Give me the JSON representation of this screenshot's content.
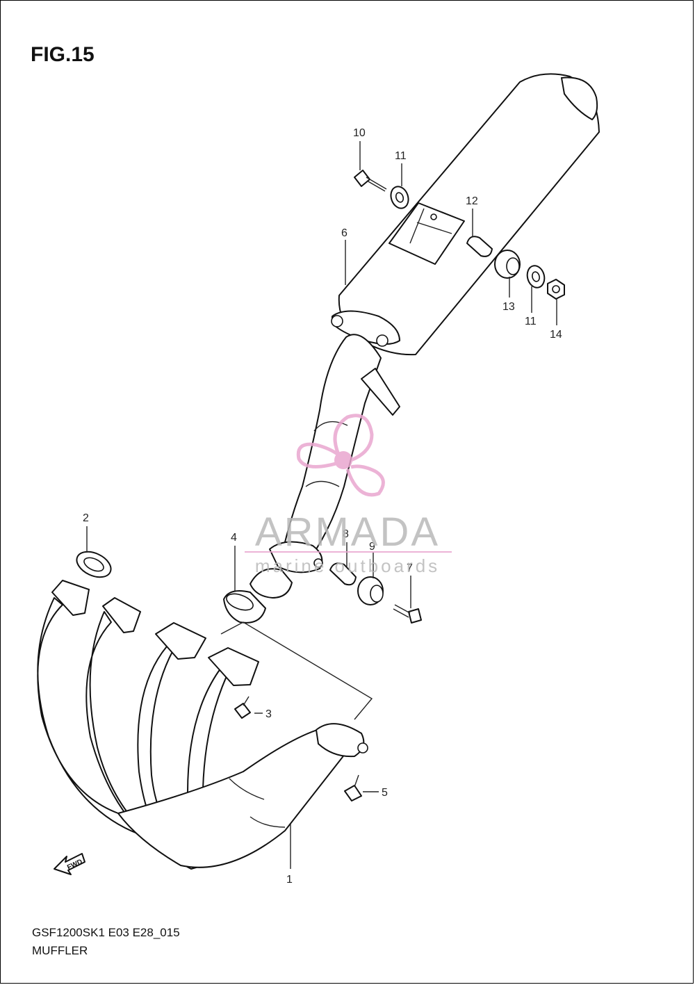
{
  "figure": {
    "title": "FIG.15",
    "model_code": "GSF1200SK1 E03 E28_015",
    "caption": "MUFFLER"
  },
  "direction_marker": "FWD",
  "watermark": {
    "brand": "ARMADA",
    "tagline": "marine outboards",
    "color": "#e9a6cf"
  },
  "callouts": [
    "1",
    "2",
    "3",
    "4",
    "5",
    "6",
    "7",
    "8",
    "9",
    "10",
    "11",
    "11",
    "12",
    "13",
    "14"
  ],
  "colors": {
    "line": "#111111",
    "background": "#ffffff"
  }
}
